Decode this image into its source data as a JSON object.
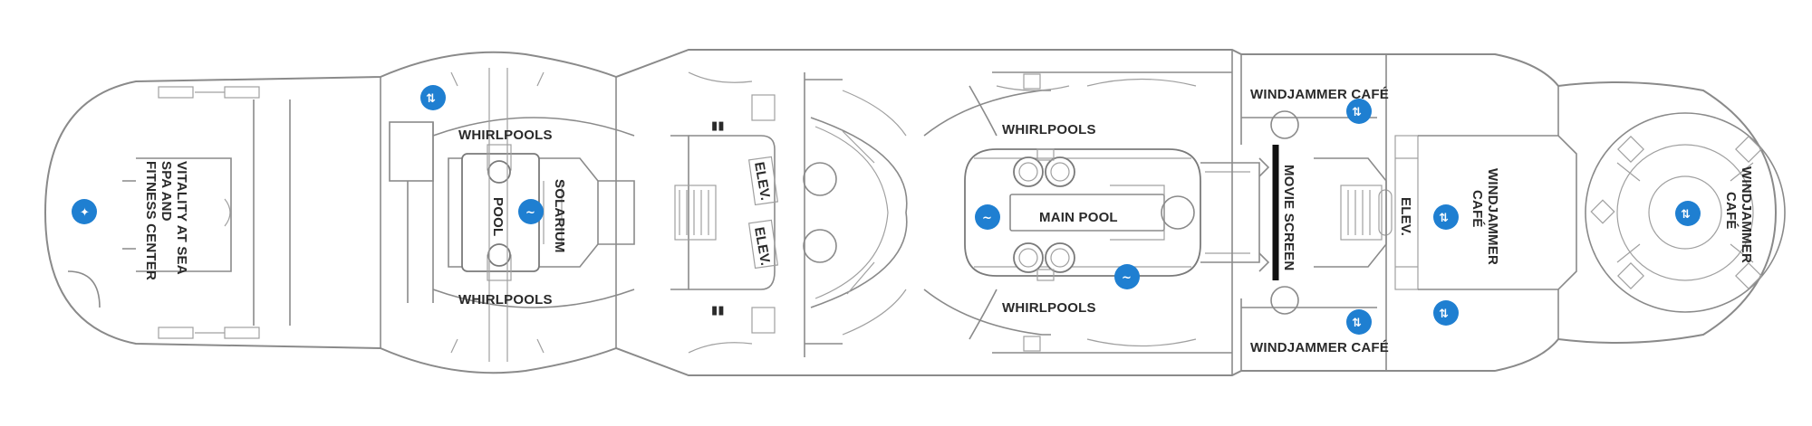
{
  "labels": {
    "spa": [
      "VITALITY AT SEA",
      "SPA AND",
      "FITNESS CENTER"
    ],
    "whirlpools": "WHIRLPOOLS",
    "pool": "POOL",
    "solarium": "SOLARIUM",
    "elev": "ELEV.",
    "main_pool": "MAIN POOL",
    "movie_screen": "MOVIE SCREEN",
    "windjammer_cafe": "WINDJAMMER CAFÉ",
    "windjammer_cafe_stack": [
      "WINDJAMMER",
      "CAFÉ"
    ]
  },
  "icons": {
    "elevator": "elevator-icon",
    "pool": "swimming-pool-icon",
    "spa": "spa-icon",
    "restroom": "restroom-icon"
  },
  "colors": {
    "icon_blue": "#1f7fd1",
    "outline": "#8a8a8a",
    "label": "#2a2a2a"
  }
}
